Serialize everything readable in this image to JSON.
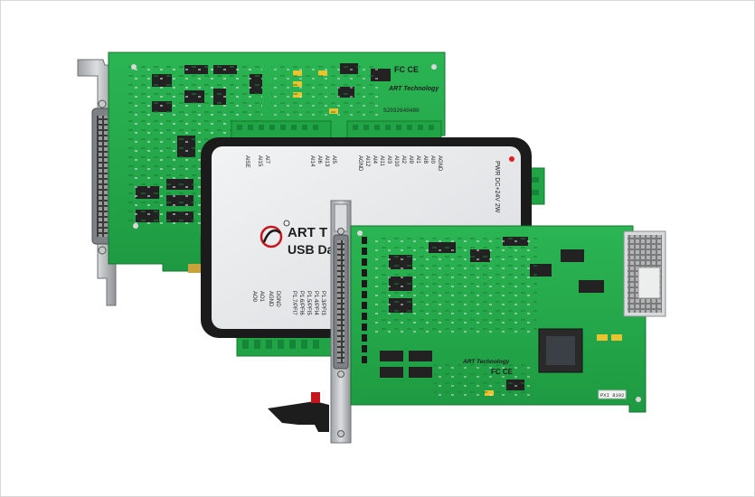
{
  "scene": {
    "pcie_card": {
      "marking_top": "FC CE",
      "brand": "ART Technology",
      "serial": "S2032640480"
    },
    "usb_box": {
      "brand_line1": "ART T",
      "brand_line2": "USB Da",
      "power_label": "PWR  DC+24V 2W",
      "ai_labels_top": [
        "AGND",
        "AI0",
        "AI8",
        "AI1",
        "AI9",
        "AI2",
        "AI10",
        "AI3",
        "AI11",
        "AI4",
        "AI12",
        "AGND",
        "AI5",
        "AI13",
        "AI6",
        "AI14",
        "AI7",
        "AI15",
        "AISE"
      ],
      "io_labels_bottom": [
        "P1.3/PFI3",
        "P1.4/PFI4",
        "P1.5/PFI5",
        "P1.6/PFI6",
        "P1.7/PFI7",
        "DGND",
        "AGND",
        "AO1",
        "AO0"
      ]
    },
    "pxi_card": {
      "marking": "FC CE",
      "brand": "ART Technology",
      "sticker": "PXI 8192"
    },
    "colors": {
      "pcb_green": "#23a84a",
      "pcb_dark": "#168a38",
      "enclosure_silver": "#e6e8ea",
      "enclosure_black": "#1b1b1b",
      "connector_green": "#21a446",
      "bracket_metal": "#b7b9bc"
    }
  }
}
